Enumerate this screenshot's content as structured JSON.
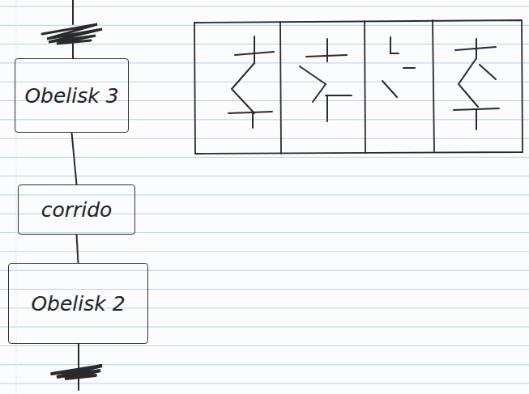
{
  "diagram": {
    "nodes": [
      {
        "text": [
          "Obelisk 3"
        ]
      },
      {
        "text": [
          "corrido"
        ]
      },
      {
        "text": [
          "Obelisk 2"
        ]
      }
    ],
    "edges": [
      {
        "from": 0,
        "to": 1,
        "arrow": "none"
      },
      {
        "from": 1,
        "to": 2,
        "arrow": "none"
      }
    ]
  }
}
